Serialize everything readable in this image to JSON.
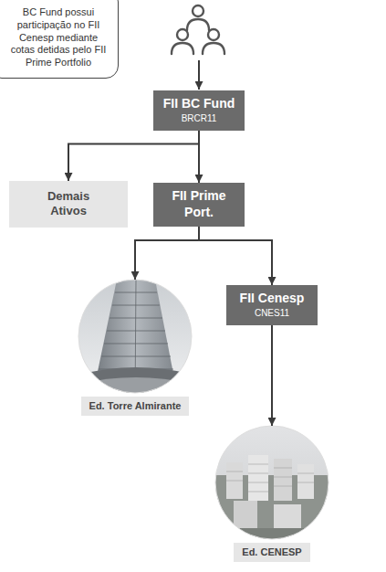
{
  "diagram": {
    "nodes": [
      {
        "text": [
          "BC Fund possui participação no FII Cenesp mediante cotas detidas pelo FII Prime Portfolio"
        ]
      },
      {
        "text": [
          "FII BC Fund",
          "BRCR11"
        ]
      },
      {
        "text": [
          "Demais Ativos"
        ]
      },
      {
        "text": [
          "FII Prime Port."
        ]
      },
      {
        "text": [
          "Ed. Torre Almirante"
        ]
      },
      {
        "text": [
          "FII Cenesp",
          "CNES11"
        ]
      },
      {
        "text": [
          "Ed. CENESP"
        ]
      }
    ],
    "edges": [
      {
        "from": 1,
        "to": 2,
        "arrow": "to"
      },
      {
        "from": 1,
        "to": 3,
        "arrow": "to"
      },
      {
        "from": 3,
        "to": 4,
        "arrow": "to"
      },
      {
        "from": 3,
        "to": 5,
        "arrow": "to"
      },
      {
        "from": 5,
        "to": 6,
        "arrow": "to"
      }
    ]
  }
}
